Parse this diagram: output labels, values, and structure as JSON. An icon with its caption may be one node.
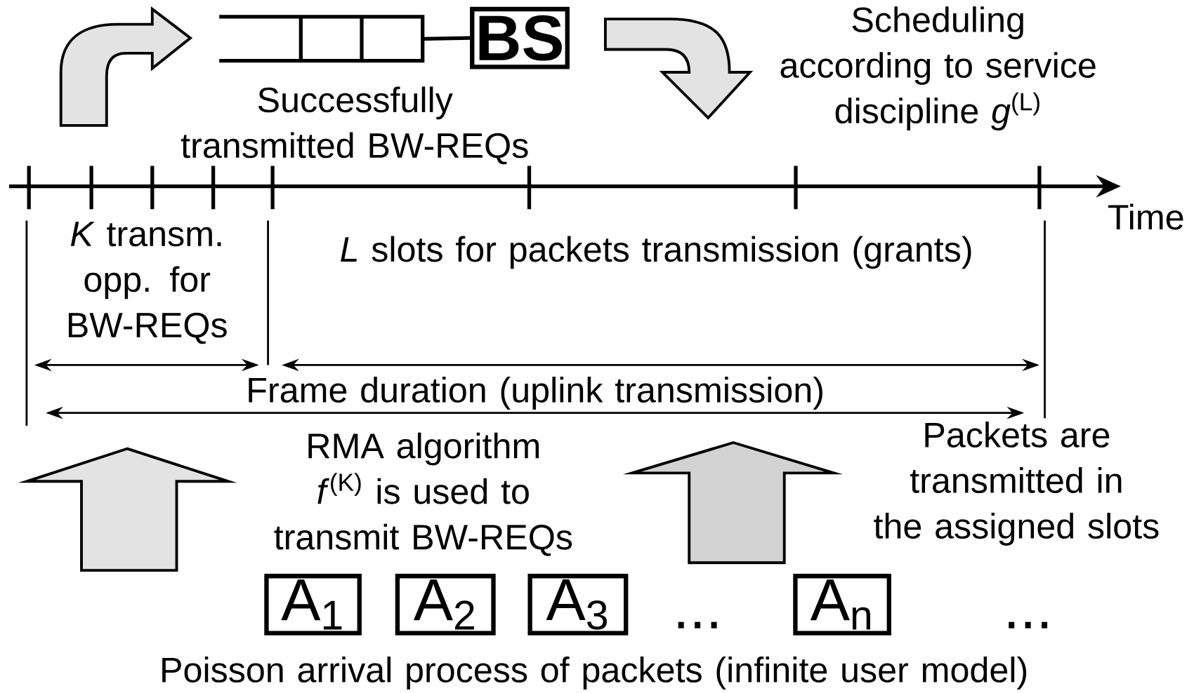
{
  "diagram": {
    "nodes": [
      {
        "text": [],
        "shape": "box"
      },
      {
        "text": [
          "BS"
        ]
      },
      {
        "text": [
          "A$_{1}$"
        ]
      },
      {
        "text": [
          "A$_{2}$"
        ]
      },
      {
        "text": [
          "A$_{3}$"
        ]
      },
      {
        "text": [
          "A$_{n}$"
        ]
      }
    ],
    "edges": [
      {
        "from": 0,
        "to": 1,
        "arrow": "none"
      }
    ],
    "labels": [
      "Successfully transmitted BW-REQs",
      "Scheduling according to service discipline *g*$^{(L)}$",
      "Time",
      "*K* transm. opp. for BW-REQs",
      "*L* slots for packets transmission (grants)",
      "Frame duration (uplink transmission)",
      "RMA algorithm *f*$^{(K)}$ is used to transmit BW-REQs",
      "Packets are transmitted in the assigned slots",
      "...",
      "...",
      "Poisson arrival process of packets (infinite user model)"
    ]
  }
}
